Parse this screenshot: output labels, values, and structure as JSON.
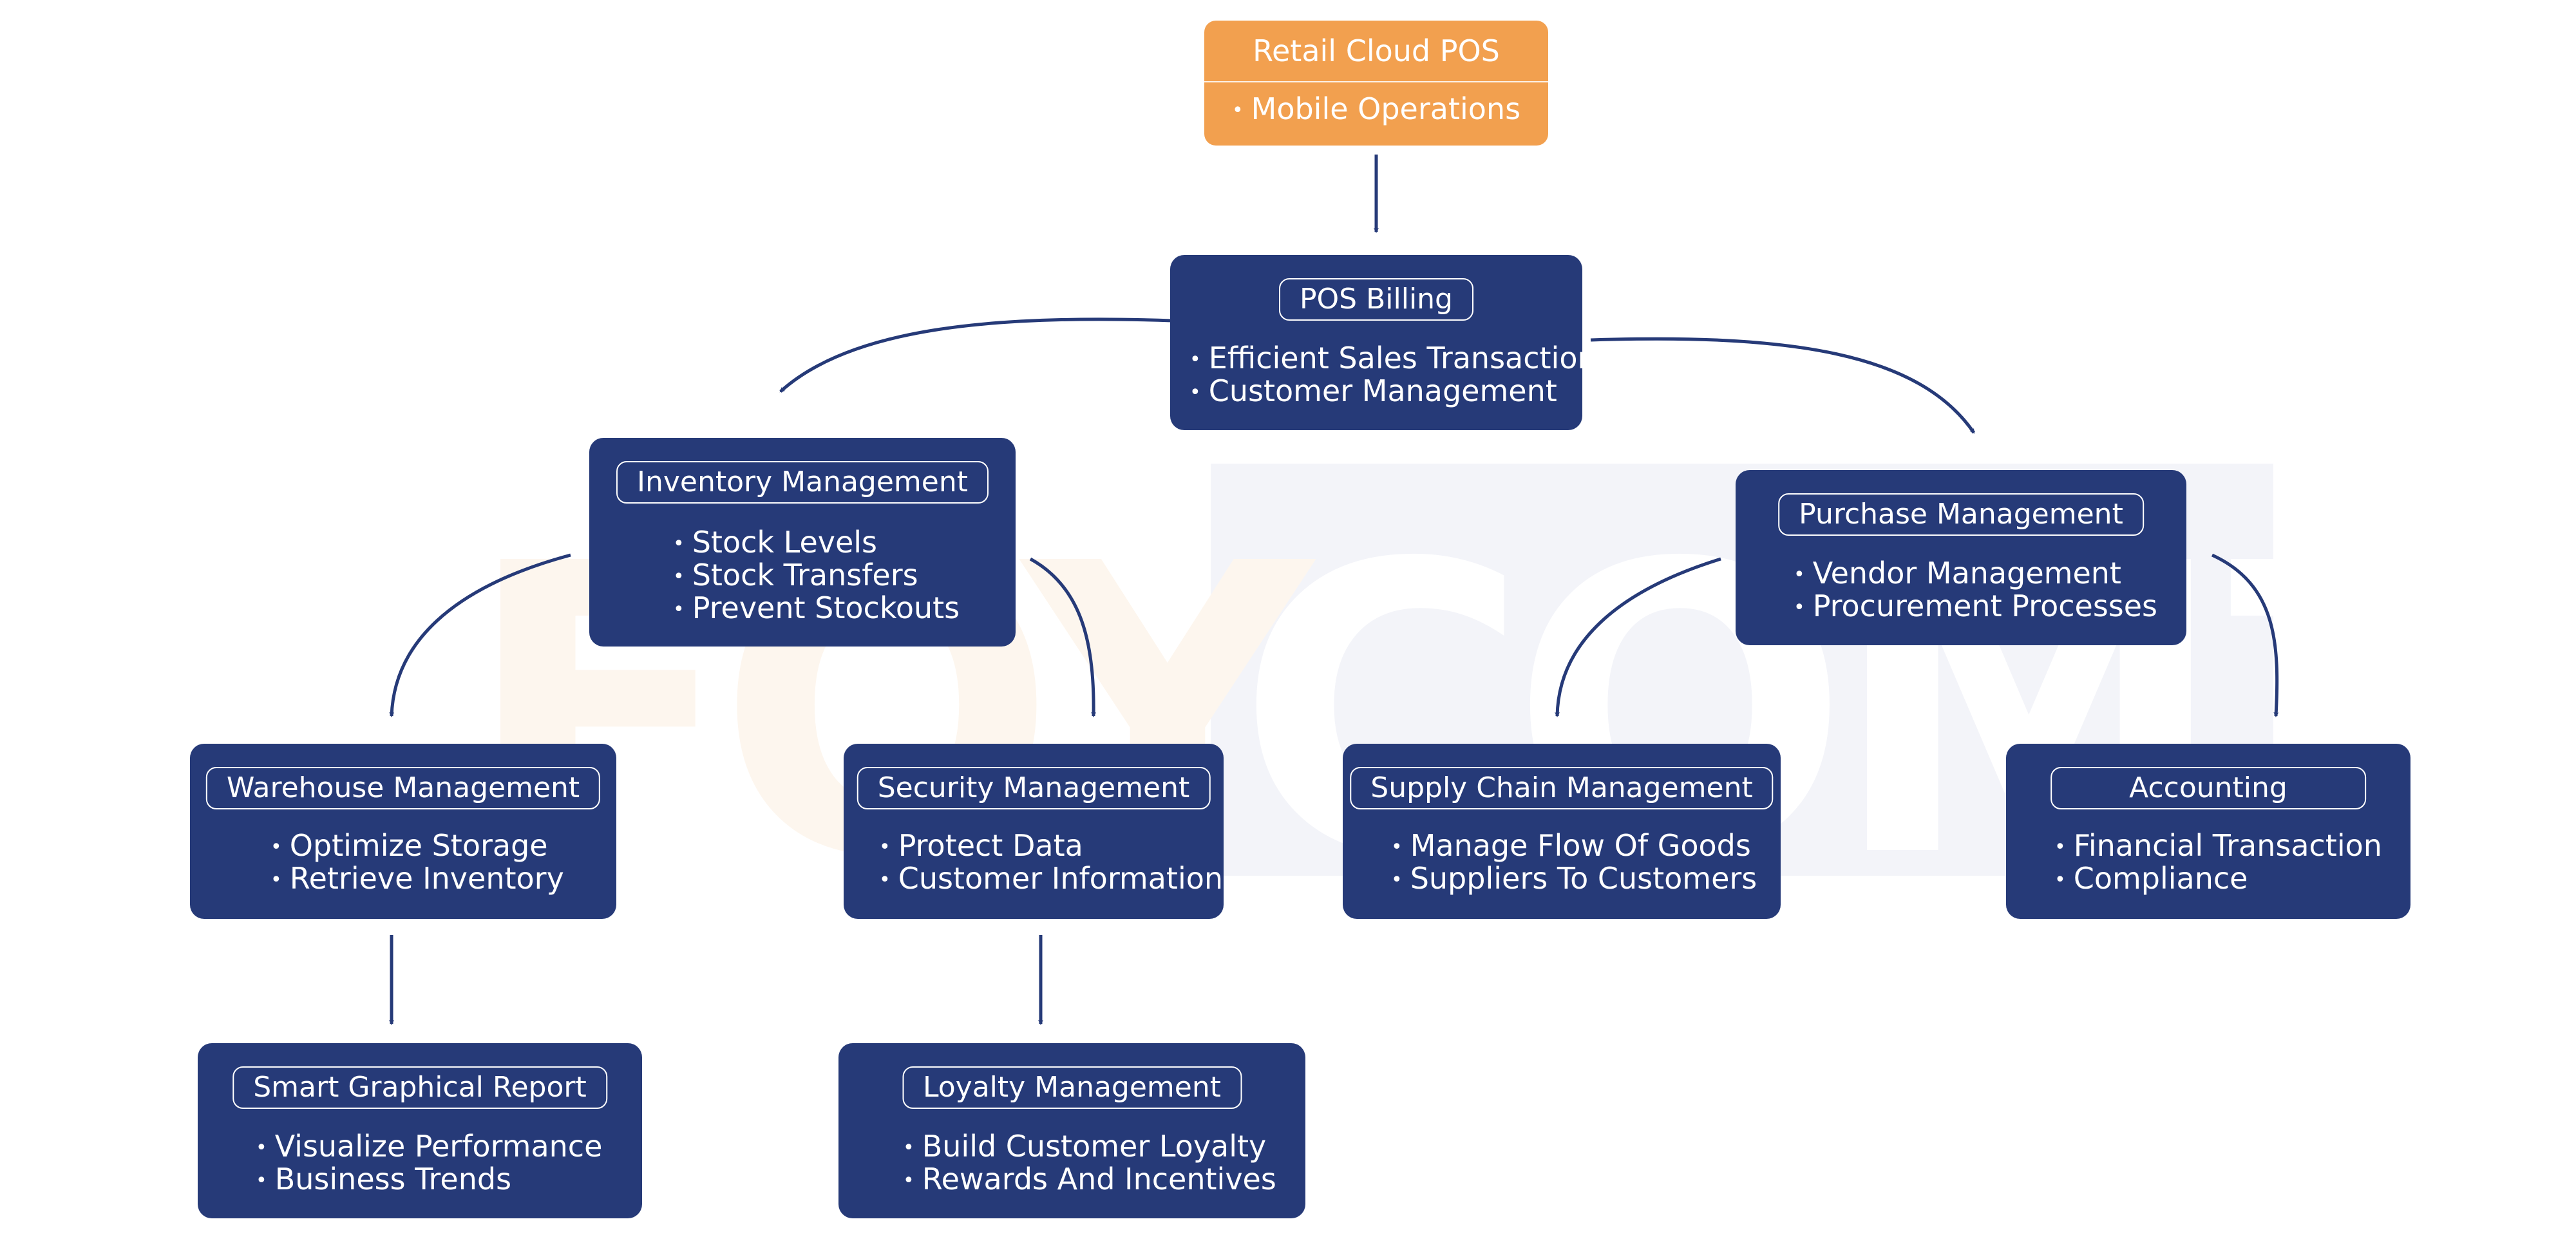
{
  "colors": {
    "node_fill": "#263a78",
    "root_fill": "#f2a04f",
    "connector": "#263a78",
    "text": "#ffffff"
  },
  "root": {
    "title": "Retail Cloud POS",
    "items": [
      "Mobile Operations"
    ]
  },
  "nodes": {
    "pos_billing": {
      "title": "POS Billing",
      "items": [
        "Efficient Sales Transaction",
        "Customer Management"
      ]
    },
    "inventory": {
      "title": "Inventory Management",
      "items": [
        "Stock Levels",
        "Stock Transfers",
        "Prevent Stockouts"
      ]
    },
    "purchase": {
      "title": "Purchase Management",
      "items": [
        "Vendor Management",
        "Procurement Processes"
      ]
    },
    "warehouse": {
      "title": "Warehouse Management",
      "items": [
        "Optimize Storage",
        "Retrieve Inventory"
      ]
    },
    "security": {
      "title": "Security Management",
      "items": [
        "Protect Data",
        "Customer Information"
      ]
    },
    "supply_chain": {
      "title": "Supply Chain Management",
      "items": [
        "Manage Flow Of Goods",
        "Suppliers To Customers"
      ]
    },
    "accounting": {
      "title": "Accounting",
      "items": [
        "Financial Transaction",
        "Compliance"
      ]
    },
    "report": {
      "title": "Smart Graphical Report",
      "items": [
        "Visualize Performance",
        "Business Trends"
      ]
    },
    "loyalty": {
      "title": "Loyalty Management",
      "items": [
        "Build Customer Loyalty",
        "Rewards And Incentives"
      ]
    }
  },
  "watermark": "FOYCOMZ"
}
